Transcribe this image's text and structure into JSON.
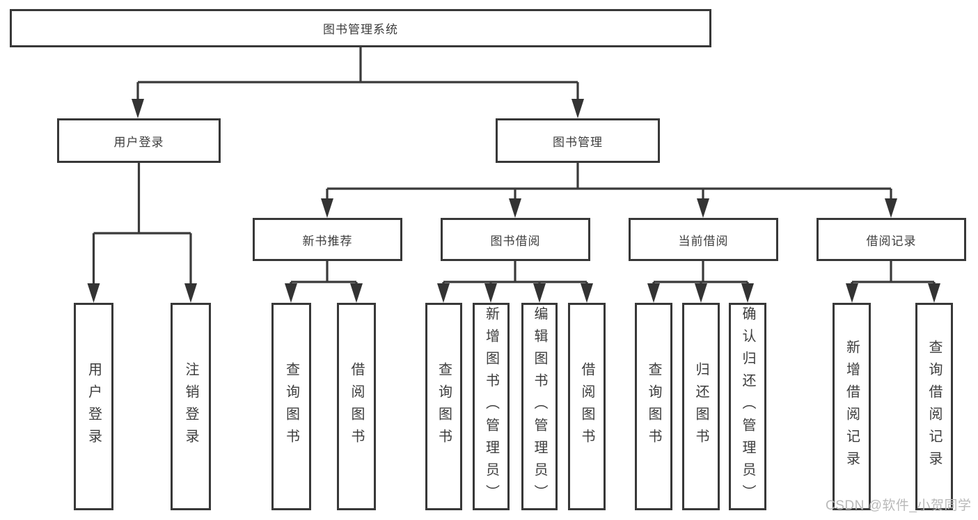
{
  "diagram": {
    "title": "图书管理系统",
    "root": {
      "label": "图书管理系统"
    },
    "branches": [
      {
        "label": "用户登录",
        "children": [
          {
            "label": "用户登录"
          },
          {
            "label": "注销登录"
          }
        ]
      },
      {
        "label": "图书管理",
        "children": [
          {
            "label": "新书推荐",
            "children": [
              {
                "label": "查询图书"
              },
              {
                "label": "借阅图书"
              }
            ]
          },
          {
            "label": "图书借阅",
            "children": [
              {
                "label": "查询图书"
              },
              {
                "label": "新增图书（管理员）"
              },
              {
                "label": "编辑图书（管理员）"
              },
              {
                "label": "借阅图书"
              }
            ]
          },
          {
            "label": "当前借阅",
            "children": [
              {
                "label": "查询图书"
              },
              {
                "label": "归还图书"
              },
              {
                "label": "确认归还（管理员）"
              }
            ]
          },
          {
            "label": "借阅记录",
            "children": [
              {
                "label": "新增借阅记录"
              },
              {
                "label": "查询借阅记录"
              }
            ]
          }
        ]
      }
    ],
    "watermark": "CSDN @软件_小贺同学",
    "colors": {
      "line": "#3a3a3a",
      "arrow": "#333333",
      "box_border": "#383838",
      "text": "#3d3d3d",
      "watermark": "#b9b9b9",
      "background": "#ffffff"
    }
  }
}
